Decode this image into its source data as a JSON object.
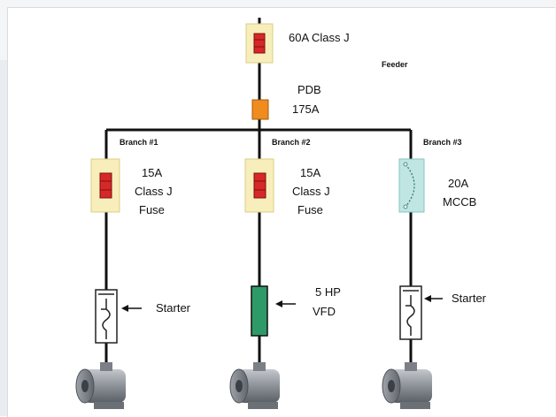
{
  "feeder_fuse": {
    "label": "60A Class J"
  },
  "feeder_label": "Feeder",
  "pdb": {
    "line1": "PDB",
    "line2": "175A"
  },
  "branches": [
    {
      "name": "Branch #1",
      "device": {
        "line1": "15A",
        "line2": "Class J",
        "line3": "Fuse"
      },
      "control": {
        "label": "Starter"
      }
    },
    {
      "name": "Branch #2",
      "device": {
        "line1": "15A",
        "line2": "Class J",
        "line3": "Fuse"
      },
      "control": {
        "line1": "5 HP",
        "line2": "VFD"
      }
    },
    {
      "name": "Branch #3",
      "device": {
        "line1": "20A",
        "line2": "MCCB"
      },
      "control": {
        "label": "Starter"
      }
    }
  ],
  "colors": {
    "fuse_holder": "#f7eebb",
    "fuse_body": "#d82727",
    "pdb": "#f08c1e",
    "mccb": "#bfe6e3",
    "vfd": "#2e9a68",
    "motor": "#8a8f96"
  }
}
